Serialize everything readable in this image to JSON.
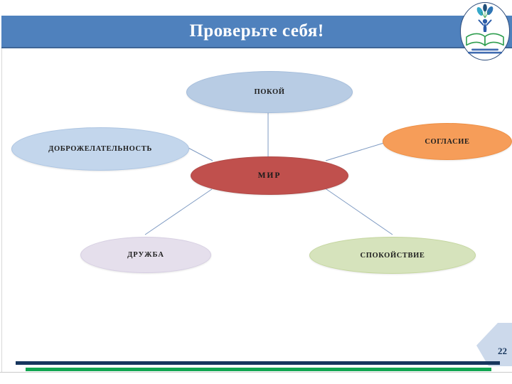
{
  "header": {
    "title": "Проверьте себя!",
    "banner_color": "#4f81bd",
    "banner_border_color": "#3e6597",
    "title_color": "#ffffff"
  },
  "logo": {
    "name": "education-center-logo",
    "ring_color": "#2e4d7b",
    "book_color": "#2f9e4f",
    "figure_color": "#2b5ca8",
    "leaf_color_left": "#35a8c9",
    "leaf_color_right": "#2f75b5",
    "leaf_color_center": "#1f4e79",
    "caption_color": "#2b5ca8"
  },
  "diagram": {
    "connector_color": "#7e9ac2",
    "nodes": [
      {
        "id": "mir",
        "label": "МИР",
        "fill": "#c0504d",
        "border": "#b04a47",
        "text_color": "#1a1a1a"
      },
      {
        "id": "pokoy",
        "label": "ПОКОЙ",
        "fill": "#b8cce4",
        "border": "#a3bcdb",
        "text_color": "#1f1f1f"
      },
      {
        "id": "dobrozhelatelnost",
        "label": "ДОБРОЖЕЛАТЕЛЬНОСТЬ",
        "fill": "#c3d6ec",
        "border": "#adc5e2",
        "text_color": "#1f1f1f"
      },
      {
        "id": "soglasie",
        "label": "СОГЛАСИЕ",
        "fill": "#f69d59",
        "border": "#ee8f44",
        "text_color": "#1f1f1f"
      },
      {
        "id": "druzhba",
        "label": "ДРУЖБА",
        "fill": "#e5dfec",
        "border": "#d6cee2",
        "text_color": "#1f1f1f"
      },
      {
        "id": "spokoystvie",
        "label": "СПОКОЙСТВИЕ",
        "fill": "#d6e3bc",
        "border": "#c4d69e",
        "text_color": "#1f1f1f"
      }
    ]
  },
  "footer": {
    "page_number": "22",
    "navy_line_color": "#17365d",
    "green_line_color": "#12a551",
    "hairline_color": "#cbcbcb",
    "badge_fill": "#ccd9eb",
    "badge_text_color": "#17365d"
  }
}
